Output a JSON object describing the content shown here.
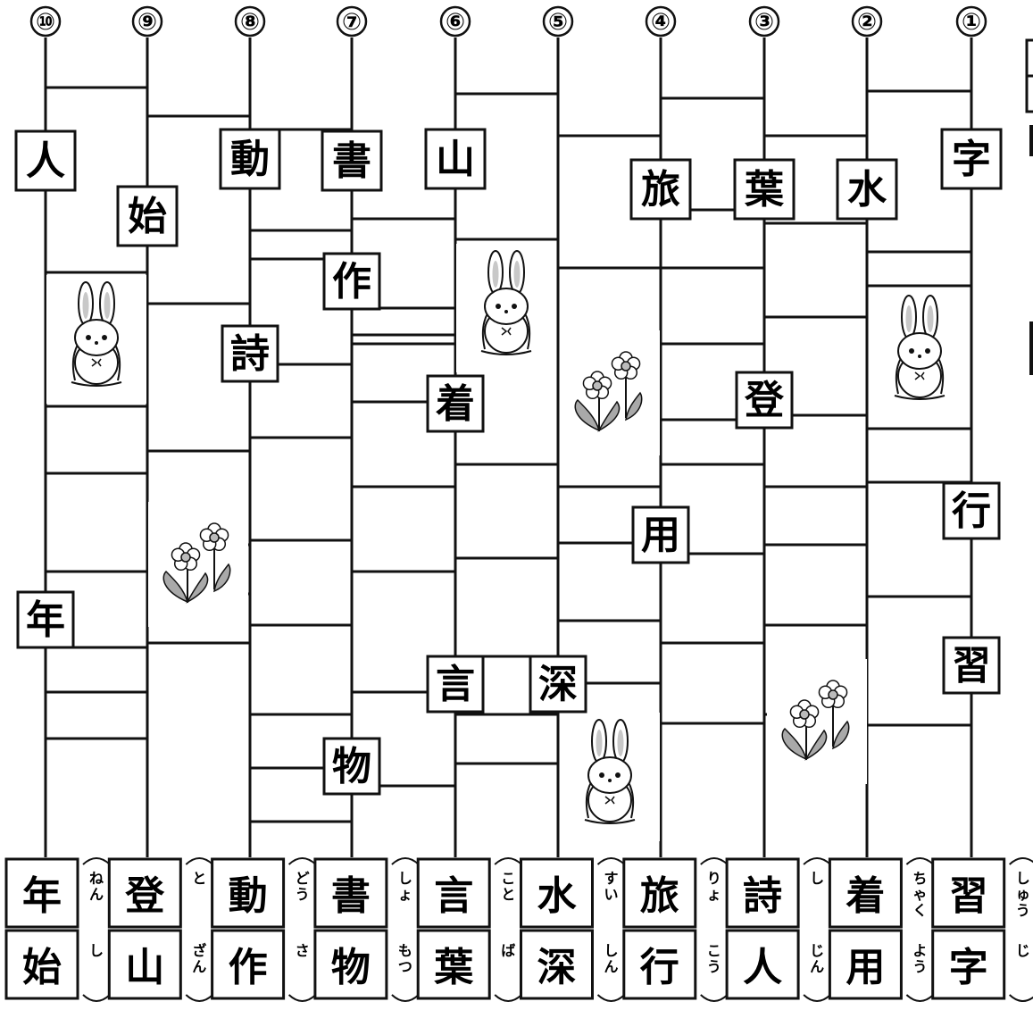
{
  "column_numbers": [
    "⑩",
    "⑨",
    "⑧",
    "⑦",
    "⑥",
    "⑤",
    "④",
    "③",
    "②",
    "①"
  ],
  "top_tiles": [
    {
      "col": 10,
      "char": "人",
      "level": 1
    },
    {
      "col": 9,
      "char": "始",
      "level": 2
    },
    {
      "col": 8,
      "char": "動",
      "level": 1
    },
    {
      "col": 7,
      "char": "書",
      "level": 1
    },
    {
      "col": 6,
      "char": "山",
      "level": 1
    },
    {
      "col": 4,
      "char": "旅",
      "level": 2
    },
    {
      "col": 3,
      "char": "葉",
      "level": 2
    },
    {
      "col": 2,
      "char": "水",
      "level": 2
    },
    {
      "col": 1,
      "char": "字",
      "level": 1
    }
  ],
  "mid_tiles": [
    {
      "col": 7,
      "char": "作"
    },
    {
      "col": 8,
      "char": "詩"
    },
    {
      "col": 6,
      "char": "着"
    },
    {
      "col": 3,
      "char": "登"
    },
    {
      "col": 1,
      "char": "行"
    },
    {
      "col": 4,
      "char": "用"
    },
    {
      "col": 10,
      "char": "年"
    },
    {
      "col": 1,
      "char": "習"
    },
    {
      "col": 6,
      "char": "言"
    },
    {
      "col": 5,
      "char": "深"
    },
    {
      "col": 7,
      "char": "物"
    }
  ],
  "answers": [
    {
      "col": 10,
      "top": "年",
      "bottom": "始",
      "reading_top": "ねん",
      "reading_bottom": "し"
    },
    {
      "col": 9,
      "top": "登",
      "bottom": "山",
      "reading_top": "と",
      "reading_bottom": "ざん"
    },
    {
      "col": 8,
      "top": "動",
      "bottom": "作",
      "reading_top": "どう",
      "reading_bottom": "さ"
    },
    {
      "col": 7,
      "top": "書",
      "bottom": "物",
      "reading_top": "しょ",
      "reading_bottom": "もつ"
    },
    {
      "col": 6,
      "top": "言",
      "bottom": "葉",
      "reading_top": "こと",
      "reading_bottom": "ば"
    },
    {
      "col": 5,
      "top": "水",
      "bottom": "深",
      "reading_top": "すい",
      "reading_bottom": "しん"
    },
    {
      "col": 4,
      "top": "旅",
      "bottom": "行",
      "reading_top": "りょ",
      "reading_bottom": "こう"
    },
    {
      "col": 3,
      "top": "詩",
      "bottom": "人",
      "reading_top": "し",
      "reading_bottom": "じん"
    },
    {
      "col": 2,
      "top": "着",
      "bottom": "用",
      "reading_top": "ちゃく",
      "reading_bottom": "よう"
    },
    {
      "col": 1,
      "top": "習",
      "bottom": "字",
      "reading_top": "しゅう",
      "reading_bottom": "じ"
    }
  ],
  "decorations": [
    {
      "kind": "rabbit-icon",
      "col": 10
    },
    {
      "kind": "rabbit-icon",
      "col": 6
    },
    {
      "kind": "rabbit-icon",
      "col": 2
    },
    {
      "kind": "rabbit-icon",
      "col": 5
    },
    {
      "kind": "flower-icon",
      "col": 9
    },
    {
      "kind": "flower-icon",
      "col": 5
    },
    {
      "kind": "flower-icon",
      "col": 3
    }
  ],
  "colors": {
    "line": "#111111",
    "leaf": "#a9a9a9",
    "tile_bg": "#ffffff"
  }
}
